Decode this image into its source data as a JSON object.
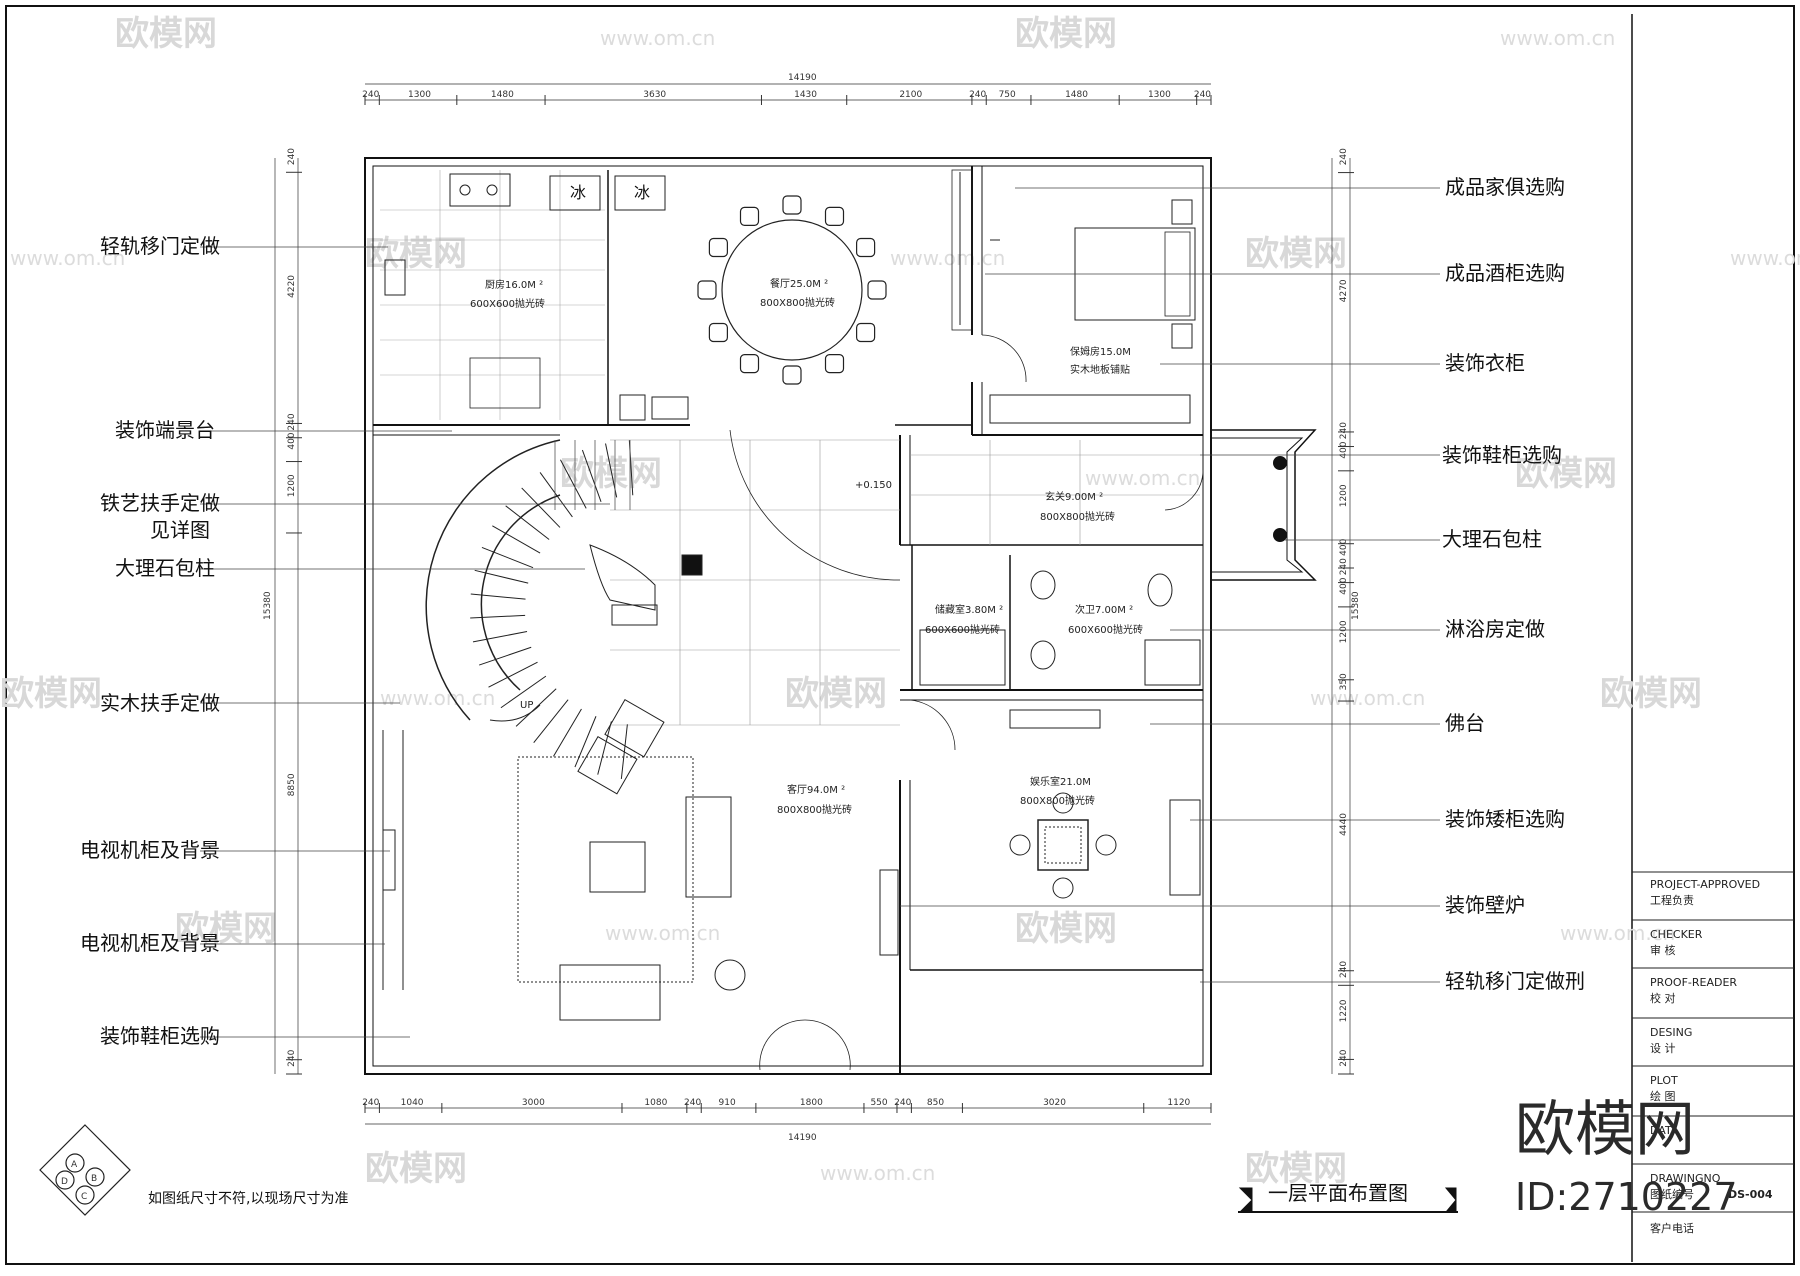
{
  "watermark": {
    "brand": "欧模网",
    "url": "www.om.cn",
    "brand_big": "欧模网",
    "id_text": "ID:2710227"
  },
  "top_dims": {
    "total": "14190",
    "segments": [
      "240",
      "1300",
      "1480",
      "3630",
      "1430",
      "2100",
      "240",
      "750",
      "1480",
      "1300",
      "240"
    ]
  },
  "bottom_dims": {
    "total": "14190",
    "segments": [
      "240",
      "1040",
      "3000",
      "1080",
      "240",
      "910",
      "1800",
      "550",
      "240",
      "850",
      "3020",
      "1120"
    ]
  },
  "left_dims": {
    "total": "15380",
    "segments": [
      "240",
      "4220",
      "240",
      "400",
      "1200",
      "8850",
      "240"
    ]
  },
  "right_dims": {
    "total": "15380",
    "segments": [
      "240",
      "4270",
      "240",
      "400",
      "1200",
      "400",
      "240",
      "400",
      "1200",
      "350",
      "4440",
      "240",
      "1220",
      "240"
    ]
  },
  "left_labels": [
    "轻轨移门定做",
    "装饰端景台",
    "铁艺扶手定做",
    "见详图",
    "大理石包柱",
    "实木扶手定做",
    "电视机柜及背景",
    "电视机柜及背景",
    "装饰鞋柜选购"
  ],
  "right_labels": [
    "成品家俱选购",
    "成品酒柜选购",
    "装饰衣柜",
    "装饰鞋柜选购",
    "大理石包柱",
    "淋浴房定做",
    "佛台",
    "装饰矮柜选购",
    "装饰壁炉",
    "轻轨移门定做刑"
  ],
  "rooms": {
    "kitchen": {
      "name": "厨房16.0M ²",
      "floor": "600X600抛光砖"
    },
    "dining": {
      "name": "餐厅25.0M ²",
      "floor": "800X800抛光砖"
    },
    "bedroom": {
      "name": "保姆房15.0M",
      "floor": "实木地板铺贴"
    },
    "hall": {
      "name": "玄关9.00M ²",
      "floor": "800X800抛光砖"
    },
    "storage": {
      "name": "储藏室3.80M ²",
      "floor": "600X600抛光砖"
    },
    "bath": {
      "name": "次卫7.00M ²",
      "floor": "600X600抛光砖"
    },
    "living": {
      "name": "客厅94.0M ²",
      "floor": "800X800抛光砖"
    },
    "rec": {
      "name": "娱乐室21.0M",
      "floor": "800X800抛光砖"
    }
  },
  "fixtures": {
    "fridge": "冰",
    "elev_mark": "+0.150",
    "stair_up": "UP",
    "legend": {
      "a": "A",
      "b": "B",
      "c": "C",
      "d": "D"
    }
  },
  "drawing_title": "一层平面布置图",
  "note": "如图纸尺寸不符,以现场尺寸为准",
  "title_block": [
    {
      "en": "PROJECT-APPROVED",
      "cn": "工程负责"
    },
    {
      "en": "CHECKER",
      "cn": "审  核"
    },
    {
      "en": "PROOF-READER",
      "cn": "校  对"
    },
    {
      "en": "DESING",
      "cn": "设  计"
    },
    {
      "en": "PLOT",
      "cn": "绘  图"
    },
    {
      "en": "DAT",
      "cn": ""
    },
    {
      "en": "DRAWINGNO",
      "cn": "图纸编号"
    },
    {
      "en": "",
      "cn": "客户电话"
    }
  ],
  "drawing_no": "DS-004"
}
